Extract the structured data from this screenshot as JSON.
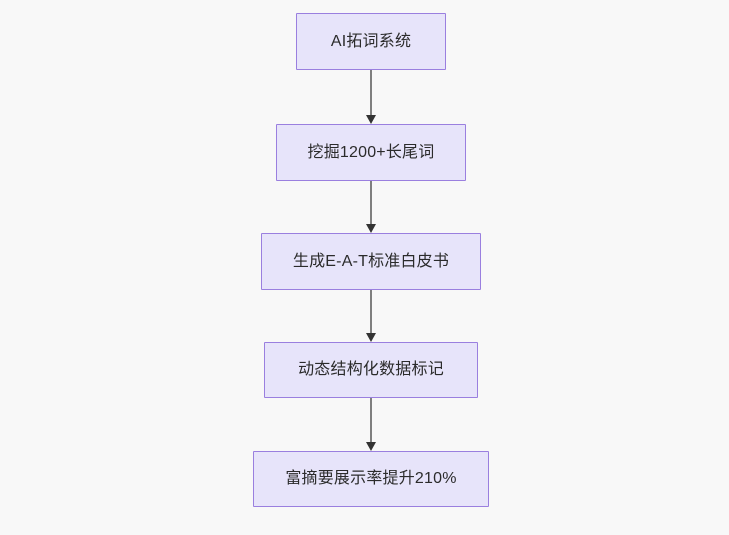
{
  "diagram": {
    "type": "flowchart",
    "direction": "top-to-bottom",
    "background_color": "#f8f8f8",
    "node_fill_color": "#e7e4fa",
    "node_border_color": "#9a7fdf",
    "node_text_color": "#2b2b2b",
    "connector_color": "#7f7f7f",
    "arrowhead_color": "#333333",
    "nodes": [
      {
        "id": "node-0",
        "label": "AI拓词系统"
      },
      {
        "id": "node-1",
        "label": "挖掘1200+长尾词"
      },
      {
        "id": "node-2",
        "label": "生成E-A-T标准白皮书"
      },
      {
        "id": "node-3",
        "label": "动态结构化数据标记"
      },
      {
        "id": "node-4",
        "label": "富摘要展示率提升210%"
      }
    ],
    "edges": [
      {
        "id": "edge-0",
        "from": "node-0",
        "to": "node-1",
        "label": ""
      },
      {
        "id": "edge-1",
        "from": "node-1",
        "to": "node-2",
        "label": ""
      },
      {
        "id": "edge-2",
        "from": "node-2",
        "to": "node-3",
        "label": ""
      },
      {
        "id": "edge-3",
        "from": "node-3",
        "to": "node-4",
        "label": ""
      }
    ]
  }
}
